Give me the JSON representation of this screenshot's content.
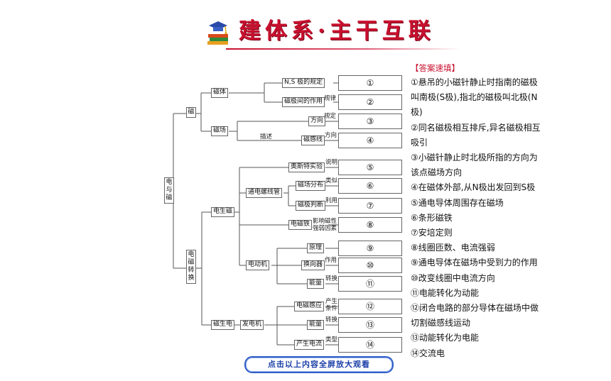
{
  "header": {
    "title": "建体系·主干互联"
  },
  "tree": {
    "root": "电与磁",
    "magnetism": {
      "label": "磁",
      "magnet": "磁体",
      "ns_rule": "N,S 极的规定",
      "interaction": "磁极间的作用",
      "interaction_edge": "规律",
      "field": "磁场",
      "describe": "描述",
      "direction": "方向",
      "direction_edge": "规定",
      "field_lines": "磁感线",
      "field_lines_edge": "方向"
    },
    "em_conversion": {
      "label": "电磁转换",
      "electricity_to_magnet": "电生磁",
      "oersted": "奥斯特实验",
      "oersted_edge": "说明",
      "solenoid": "通电螺线管",
      "field_distribution": "磁场分布",
      "field_distribution_edge": "类似",
      "pole_judgement": "磁极判断",
      "pole_judgement_edge": "利用",
      "electromagnet": "电磁铁",
      "electromagnet_edge": "影响磁性强弱因素",
      "motor": "电动机",
      "principle": "原理",
      "commutator": "换向器",
      "commutator_edge": "作用",
      "motor_energy": "能量",
      "motor_energy_edge": "转换",
      "magnet_to_electricity": "磁生电",
      "generator": "发电机",
      "induction": "电磁感应",
      "induction_edge": "产生条件",
      "gen_energy": "能量",
      "gen_energy_edge": "转换",
      "gen_current": "产生电流",
      "gen_current_edge": "类型"
    },
    "blanks": [
      "①",
      "②",
      "③",
      "④",
      "⑤",
      "⑥",
      "⑦",
      "⑧",
      "⑨",
      "⑩",
      "⑪",
      "⑫",
      "⑬",
      "⑭"
    ]
  },
  "answers": {
    "header": "【答案速填】",
    "lines": [
      "①悬吊的小磁针静止时指南的磁极",
      "叫南极(S极),指北的磁极叫北极(N",
      "极)",
      "②同名磁极相互排斥,异名磁极相互",
      "吸引",
      "③小磁针静止时北极所指的方向为",
      "该点磁场方向",
      "④在磁体外部,从N极出发回到S极",
      "⑤通电导体周围存在磁场",
      "⑥条形磁铁",
      "⑦安培定则",
      "⑧线圈匝数、电流强弱",
      "⑨通电导体在磁场中受到力的作用",
      "⑩改变线圈中电流方向",
      "⑪电能转化为动能",
      "⑫闭合电路的部分导体在磁场中做",
      "切割磁感线运动",
      "⑬动能转化为电能",
      "⑭交流电"
    ]
  },
  "button": {
    "label": "点击以上内容全屏放大观看"
  },
  "colors": {
    "title_red": "#c8102e",
    "button_blue": "#2f5ec8"
  },
  "icons": {
    "header_icon": "graduation-book-icon"
  }
}
